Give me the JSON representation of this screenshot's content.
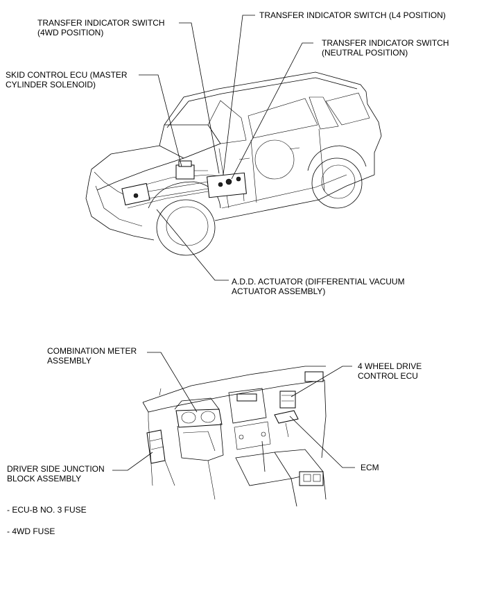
{
  "labels": {
    "transfer_4wd": "TRANSFER INDICATOR SWITCH\n(4WD POSITION)",
    "transfer_l4": "TRANSFER INDICATOR SWITCH (L4 POSITION)",
    "transfer_neutral": "TRANSFER INDICATOR SWITCH\n(NEUTRAL POSITION)",
    "skid_control": "SKID CONTROL ECU (MASTER\nCYLINDER SOLENOID)",
    "add_actuator": "A.D.D. ACTUATOR (DIFFERENTIAL VACUUM\nACTUATOR ASSEMBLY)",
    "combination_meter": "COMBINATION METER\nASSEMBLY",
    "four_wd_ecu": "4 WHEEL DRIVE\nCONTROL ECU",
    "ecm": "ECM",
    "junction_block": "DRIVER SIDE JUNCTION\nBLOCK ASSEMBLY"
  },
  "fuses": [
    "- ECU-B NO. 3 FUSE",
    "- 4WD FUSE"
  ]
}
